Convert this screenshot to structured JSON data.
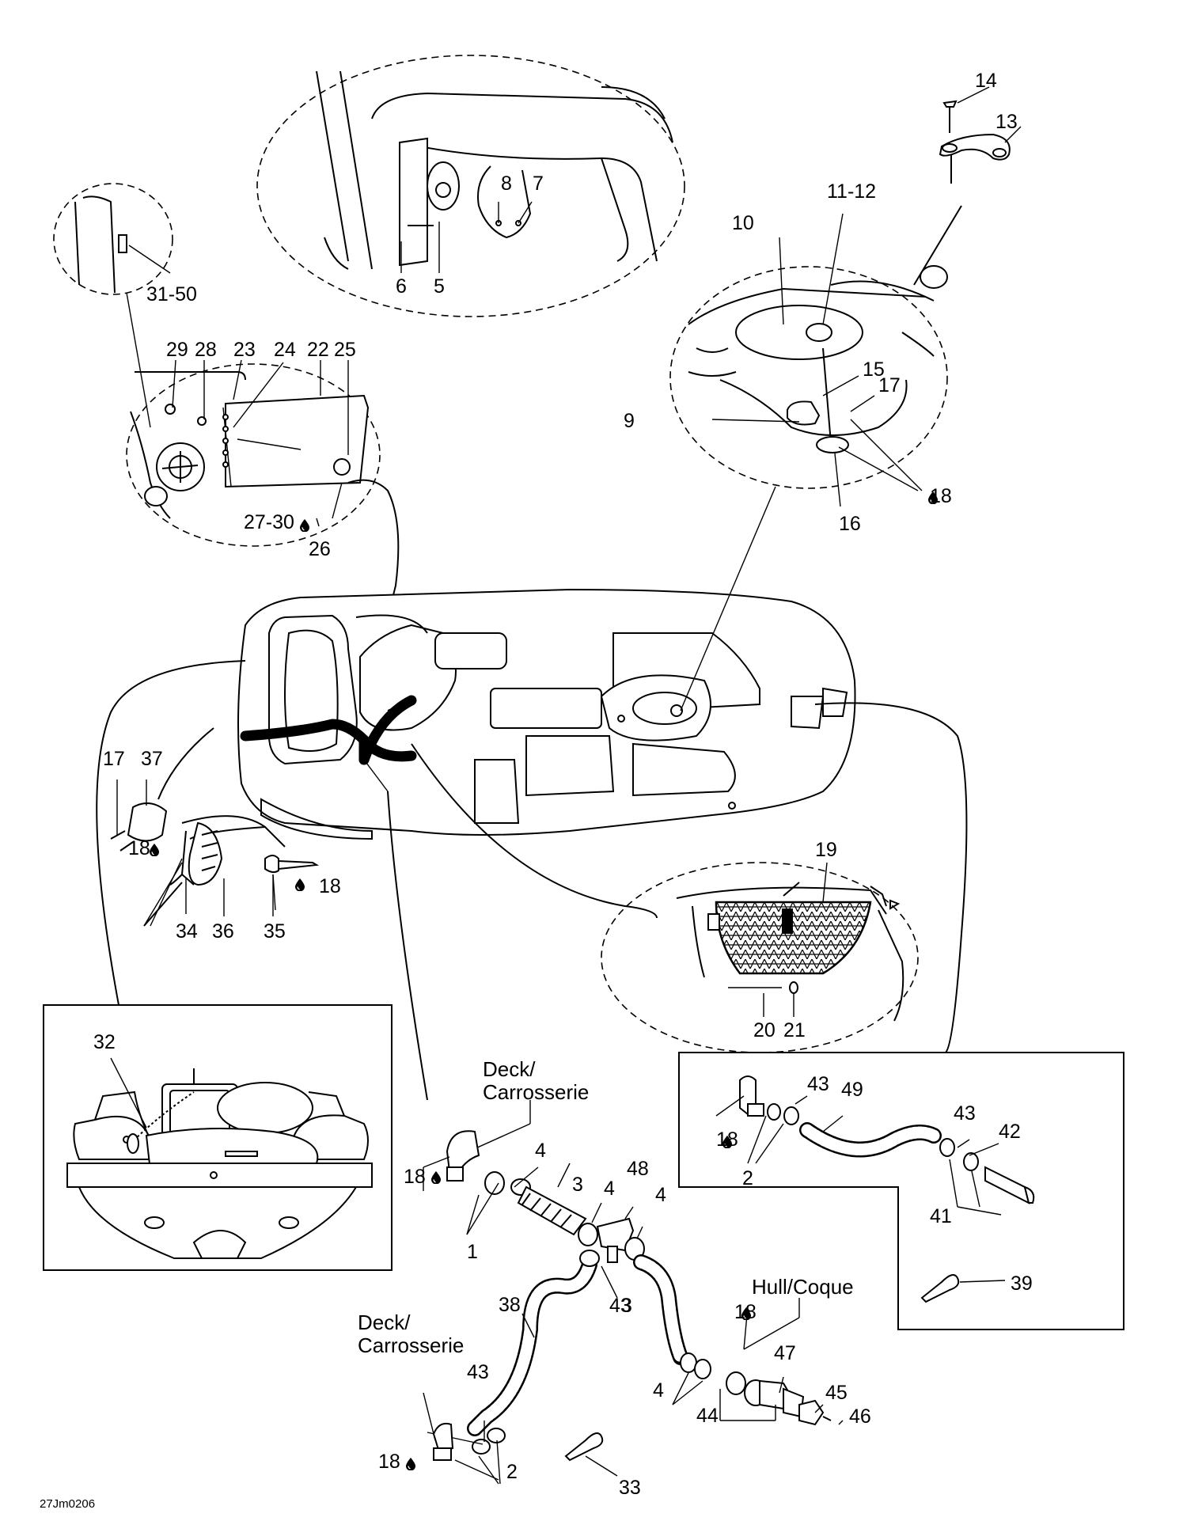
{
  "drawing_code": "27Jm0206",
  "region_labels": {
    "deck_left": "Deck/\nCarrosserie",
    "deck_center": "Deck/\nCarrosserie",
    "hull": "Hull/Coque"
  },
  "droplet_symbol": "droplet-icon",
  "callouts": [
    {
      "id": "c1",
      "text": "1"
    },
    {
      "id": "c2a",
      "text": "2"
    },
    {
      "id": "c2b",
      "text": "2"
    },
    {
      "id": "c3a",
      "text": "3"
    },
    {
      "id": "c3b",
      "text": "3"
    },
    {
      "id": "c4a",
      "text": "4"
    },
    {
      "id": "c4b",
      "text": "4"
    },
    {
      "id": "c4c",
      "text": "4"
    },
    {
      "id": "c4d",
      "text": "4"
    },
    {
      "id": "c5",
      "text": "5"
    },
    {
      "id": "c6",
      "text": "6"
    },
    {
      "id": "c7",
      "text": "7"
    },
    {
      "id": "c8",
      "text": "8"
    },
    {
      "id": "c9",
      "text": "9"
    },
    {
      "id": "c10",
      "text": "10"
    },
    {
      "id": "c11",
      "text": "11-12"
    },
    {
      "id": "c13",
      "text": "13"
    },
    {
      "id": "c14",
      "text": "14"
    },
    {
      "id": "c15",
      "text": "15"
    },
    {
      "id": "c16",
      "text": "16"
    },
    {
      "id": "c17a",
      "text": "17"
    },
    {
      "id": "c17b",
      "text": "17"
    },
    {
      "id": "c18a",
      "text": "18"
    },
    {
      "id": "c18b",
      "text": "18"
    },
    {
      "id": "c18c",
      "text": "18"
    },
    {
      "id": "c18d",
      "text": "18"
    },
    {
      "id": "c18e",
      "text": "18"
    },
    {
      "id": "c18f",
      "text": "18"
    },
    {
      "id": "c18g",
      "text": "18"
    },
    {
      "id": "c19",
      "text": "19"
    },
    {
      "id": "c20",
      "text": "20"
    },
    {
      "id": "c21",
      "text": "21"
    },
    {
      "id": "c22",
      "text": "22"
    },
    {
      "id": "c23",
      "text": "23"
    },
    {
      "id": "c24",
      "text": "24"
    },
    {
      "id": "c25",
      "text": "25"
    },
    {
      "id": "c26",
      "text": "26"
    },
    {
      "id": "c27",
      "text": "27-30"
    },
    {
      "id": "c28",
      "text": "28"
    },
    {
      "id": "c29",
      "text": "29"
    },
    {
      "id": "c31",
      "text": "31-50"
    },
    {
      "id": "c32",
      "text": "32"
    },
    {
      "id": "c33",
      "text": "33"
    },
    {
      "id": "c34",
      "text": "34"
    },
    {
      "id": "c35",
      "text": "35"
    },
    {
      "id": "c36",
      "text": "36"
    },
    {
      "id": "c37",
      "text": "37"
    },
    {
      "id": "c38",
      "text": "38"
    },
    {
      "id": "c39",
      "text": "39"
    },
    {
      "id": "c41",
      "text": "41"
    },
    {
      "id": "c42",
      "text": "42"
    },
    {
      "id": "c43a",
      "text": "43"
    },
    {
      "id": "c43b",
      "text": "43"
    },
    {
      "id": "c43c",
      "text": "43"
    },
    {
      "id": "c43d",
      "text": "43"
    },
    {
      "id": "c44",
      "text": "44"
    },
    {
      "id": "c45",
      "text": "45"
    },
    {
      "id": "c46",
      "text": "46"
    },
    {
      "id": "c47",
      "text": "47"
    },
    {
      "id": "c48",
      "text": "48"
    },
    {
      "id": "c49",
      "text": "49"
    }
  ]
}
